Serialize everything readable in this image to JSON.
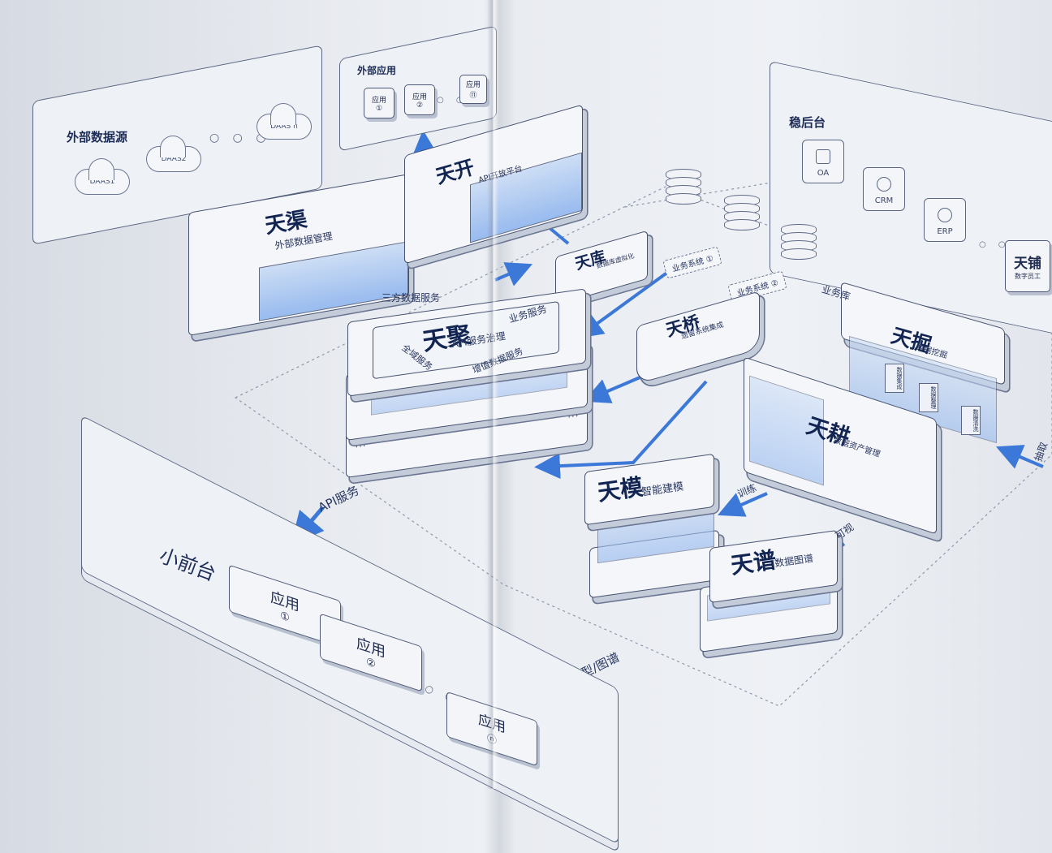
{
  "external_sources": {
    "title": "外部数据源",
    "clouds": [
      "DAAS1",
      "DAAS2",
      "DAAS n"
    ],
    "more": "○ ○ ○"
  },
  "external_apps": {
    "title": "外部应用",
    "apps": [
      [
        "应用",
        "①"
      ],
      [
        "应用",
        "②"
      ],
      [
        "应用",
        "⑪"
      ]
    ],
    "more": "○ ○ ○"
  },
  "back_office": {
    "title": "稳后台",
    "systems": [
      "OA",
      "CRM",
      "ERP"
    ],
    "more": "○ ○",
    "tianpu": {
      "name": "天铺",
      "sub": "数字员工"
    }
  },
  "tianqu": {
    "name": "天渠",
    "sub": "外部数据管理"
  },
  "tiankai": {
    "name": "天开",
    "sub": "API开放平台"
  },
  "tianku": {
    "name": "天库",
    "sub": "数据库虚拟化"
  },
  "tianju": {
    "name": "天聚",
    "sub": "API服务治理",
    "side_left": "全域服务",
    "side_right": "增值数据服务"
  },
  "tianqiao": {
    "name": "天桥",
    "sub": "遗留系统集成"
  },
  "tianjue": {
    "name": "天掘",
    "sub": "数据挖掘",
    "minis": [
      "数据集成",
      "数据整理",
      "数据清洗"
    ]
  },
  "tiangeng": {
    "name": "天耕",
    "sub": "数据资产管理"
  },
  "tianmo": {
    "name": "天模",
    "sub": "智能建模"
  },
  "tianpu2": {
    "name": "天谱",
    "sub": "数据图谱"
  },
  "labels": {
    "third_party": "三方数据服务",
    "biz_service": "业务服务",
    "biz_db": "业务库",
    "train": "训练",
    "visual": "可视",
    "extract": "抽取",
    "api_service": "API服务",
    "model_graph": "模型/图谱"
  },
  "biz_systems": [
    "业务系统 ①",
    "业务系统 ②"
  ],
  "front": {
    "title": "小前台",
    "apps": [
      [
        "应用",
        "①"
      ],
      [
        "应用",
        "②"
      ],
      [
        "应用",
        "ⓝ"
      ]
    ],
    "more": "○ ○ ○"
  },
  "colors": {
    "arrow": "#3c78d8",
    "line": "#44506e",
    "glass": "#8fb5ee"
  }
}
